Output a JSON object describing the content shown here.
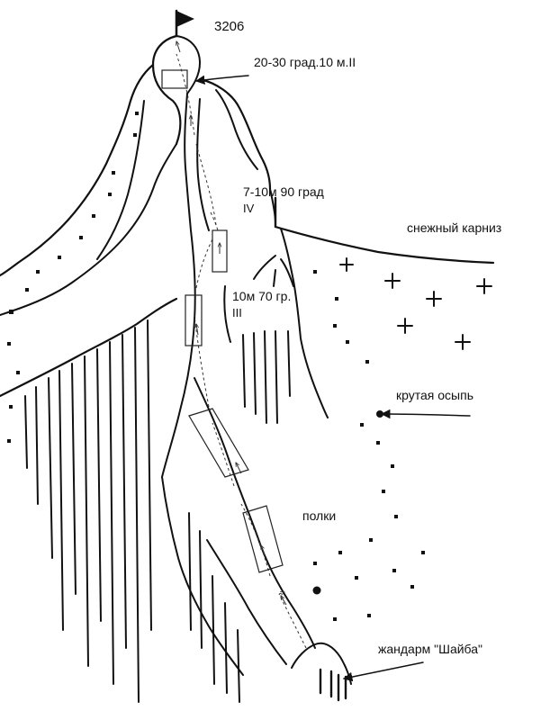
{
  "labels": {
    "summit_height": "3206",
    "pitch_top": "20-30 град.10 м.II",
    "pitch_vertical_line1": "7-10м 90 град",
    "pitch_vertical_line2": "IV",
    "snow_cornice": "снежный карниз",
    "pitch_mid_line1": "10м 70 гр.",
    "pitch_mid_line2": "III",
    "steep_scree": "крутая осыпь",
    "ledges": "полки",
    "gendarme": "жандарм \"Шайба\""
  },
  "icons": {
    "summit": "flag-icon",
    "scree_legend": "dot-symbol",
    "snow_legend": "plus-symbol"
  }
}
